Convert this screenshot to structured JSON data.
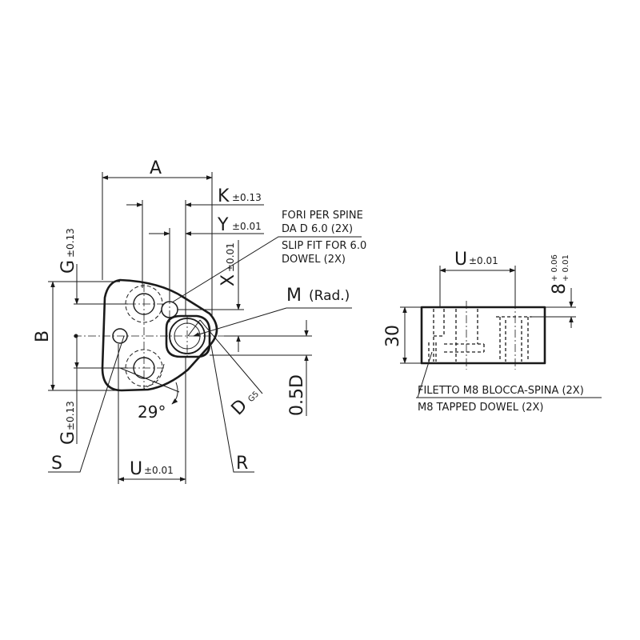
{
  "labels": {
    "A": "A",
    "K": "K",
    "K_tol": "±0.13",
    "Y": "Y",
    "Y_tol": "±0.01",
    "X": "X",
    "X_tol": "±0.01",
    "G": "G",
    "G_tol": "±0.13",
    "B": "B",
    "M": "M",
    "M_suffix": "(Rad.)",
    "D": "D",
    "D_sub": "G5",
    "half_D": "0.5D",
    "angle": "29°",
    "U": "U",
    "U_tol": "±0.01",
    "S": "S",
    "R": "R",
    "thickness": "30",
    "eight": "8",
    "eight_tol_top": "+ 0.06",
    "eight_tol_bot": "+ 0.01"
  },
  "notes": {
    "dowel_it_1": "FORI PER SPINE",
    "dowel_it_2": "DA D 6.0 (2X)",
    "dowel_en_1": "SLIP FIT FOR 6.0",
    "dowel_en_2": "DOWEL (2X)",
    "tapped_it": "FILETTO M8 BLOCCA-SPINA (2X)",
    "tapped_en": "M8 TAPPED DOWEL (2X)"
  }
}
